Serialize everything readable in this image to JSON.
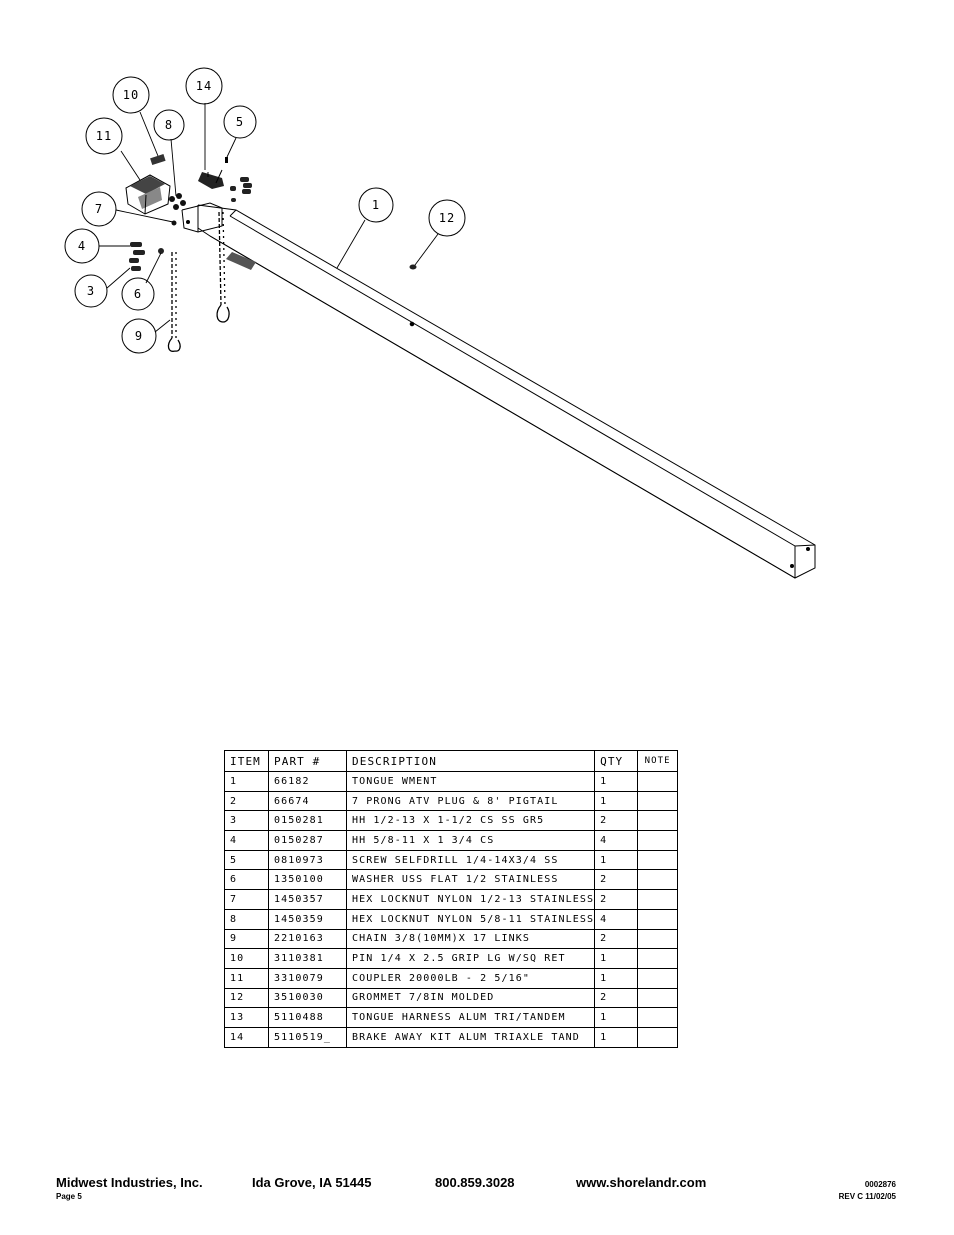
{
  "callouts": [
    "10",
    "14",
    "11",
    "8",
    "5",
    "1",
    "12",
    "7",
    "4",
    "6",
    "3",
    "9"
  ],
  "parts_table": {
    "headers": [
      "ITEM",
      "PART #",
      "DESCRIPTION",
      "QTY",
      "NOTE"
    ],
    "rows": [
      [
        "1",
        "66182",
        "TONGUE WMENT",
        "1",
        ""
      ],
      [
        "2",
        "66674",
        "7 PRONG ATV PLUG & 8' PIGTAIL",
        "1",
        ""
      ],
      [
        "3",
        "0150281",
        "HH 1/2-13 X 1-1/2 CS SS GR5",
        "2",
        ""
      ],
      [
        "4",
        "0150287",
        "HH 5/8-11 X 1 3/4 CS",
        "4",
        ""
      ],
      [
        "5",
        "0810973",
        "SCREW SELFDRILL  1/4-14X3/4 SS",
        "1",
        ""
      ],
      [
        "6",
        "1350100",
        "WASHER USS FLAT 1/2 STAINLESS",
        "2",
        ""
      ],
      [
        "7",
        "1450357",
        "HEX LOCKNUT NYLON 1/2-13 STAINLESS",
        "2",
        ""
      ],
      [
        "8",
        "1450359",
        "HEX LOCKNUT NYLON 5/8-11 STAINLESS",
        "4",
        ""
      ],
      [
        "9",
        "2210163",
        "CHAIN 3/8(10MM)X 17 LINKS",
        "2",
        ""
      ],
      [
        "10",
        "3110381",
        "PIN 1/4 X 2.5 GRIP LG W/SQ RET",
        "1",
        ""
      ],
      [
        "11",
        "3310079",
        "COUPLER 20000LB - 2 5/16\"",
        "1",
        ""
      ],
      [
        "12",
        "3510030",
        "GROMMET  7/8IN MOLDED",
        "2",
        ""
      ],
      [
        "13",
        "5110488",
        "TONGUE HARNESS ALUM TRI/TANDEM",
        "1",
        ""
      ],
      [
        "14",
        "5110519_",
        "BRAKE AWAY KIT ALUM TRIAXLE TAND",
        "1",
        ""
      ]
    ]
  },
  "footer": {
    "company": "Midwest Industries, Inc.",
    "location": "Ida Grove, IA  51445",
    "phone": "800.859.3028",
    "website": "www.shorelandr.com",
    "page": "Page 5",
    "doc_number": "0002876",
    "revision": "REV C  11/02/05"
  }
}
